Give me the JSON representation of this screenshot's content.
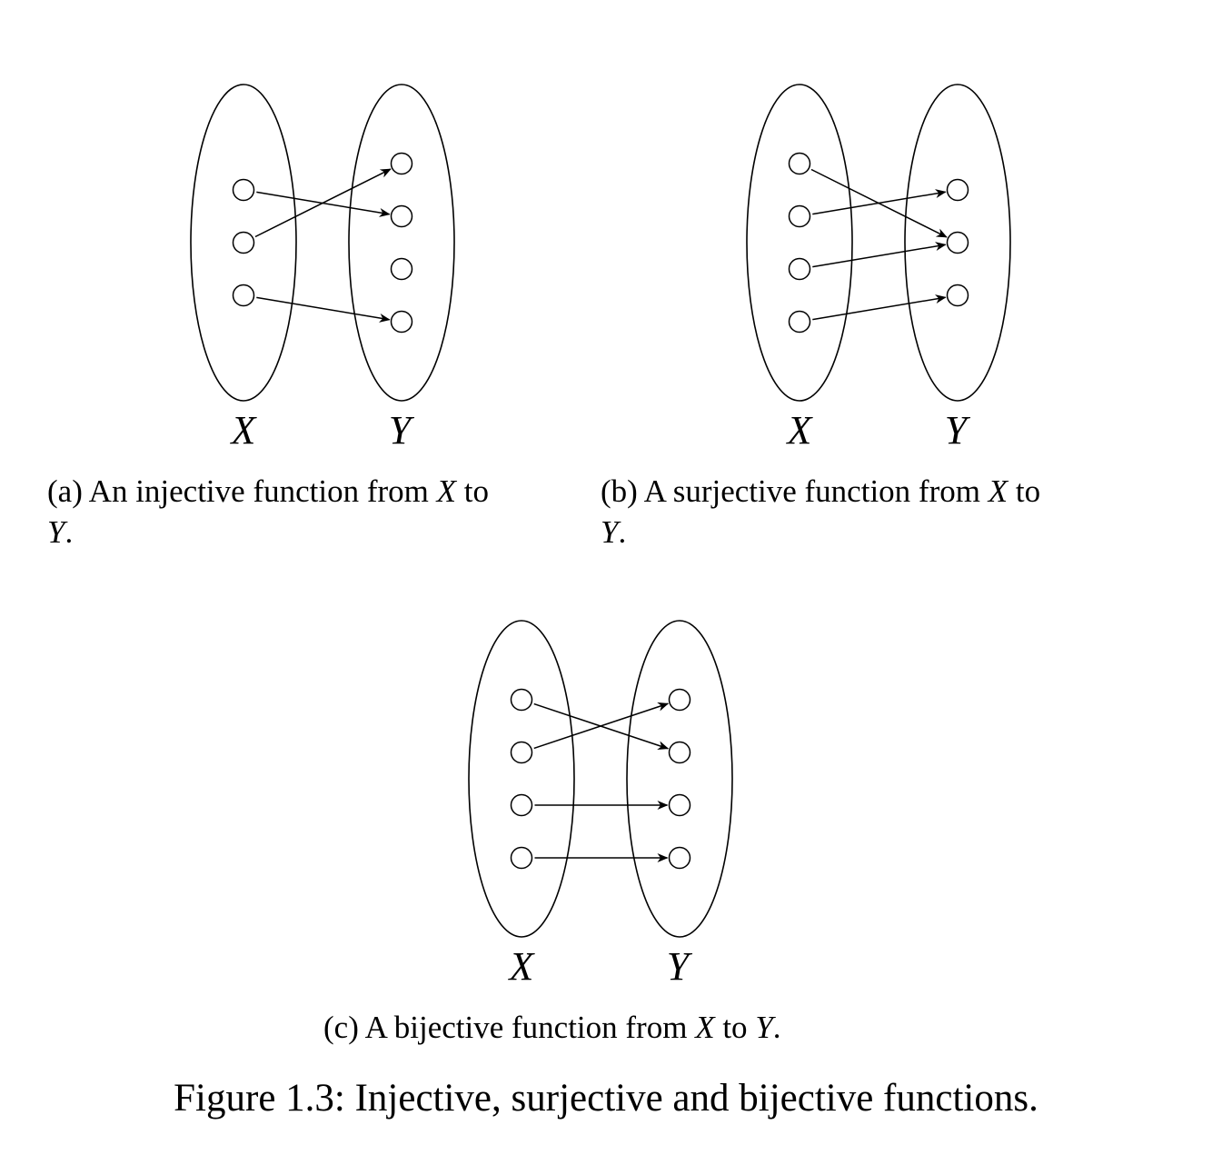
{
  "panels": [
    {
      "id": "a",
      "caption_line1_parts": [
        "(a) An injective function from ",
        "X",
        " to"
      ],
      "caption_line2_parts": [
        "Y",
        "."
      ],
      "x_label": "X",
      "y_label": "Y",
      "domain_count": 3,
      "codomain_count": 4,
      "mapping": [
        [
          0,
          1
        ],
        [
          1,
          0
        ],
        [
          2,
          3
        ]
      ]
    },
    {
      "id": "b",
      "caption_line1_parts": [
        "(b) A surjective function from ",
        "X",
        " to"
      ],
      "caption_line2_parts": [
        "Y",
        "."
      ],
      "x_label": "X",
      "y_label": "Y",
      "domain_count": 4,
      "codomain_count": 3,
      "mapping": [
        [
          0,
          1
        ],
        [
          1,
          0
        ],
        [
          2,
          1
        ],
        [
          3,
          2
        ]
      ]
    },
    {
      "id": "c",
      "caption_line1_parts": [
        "(c) A bijective function from ",
        "X",
        " to ",
        "Y",
        "."
      ],
      "x_label": "X",
      "y_label": "Y",
      "domain_count": 4,
      "codomain_count": 4,
      "mapping": [
        [
          0,
          1
        ],
        [
          1,
          0
        ],
        [
          2,
          2
        ],
        [
          3,
          3
        ]
      ]
    }
  ],
  "figure_caption": "Figure 1.3: Injective, surjective and bijective functions."
}
